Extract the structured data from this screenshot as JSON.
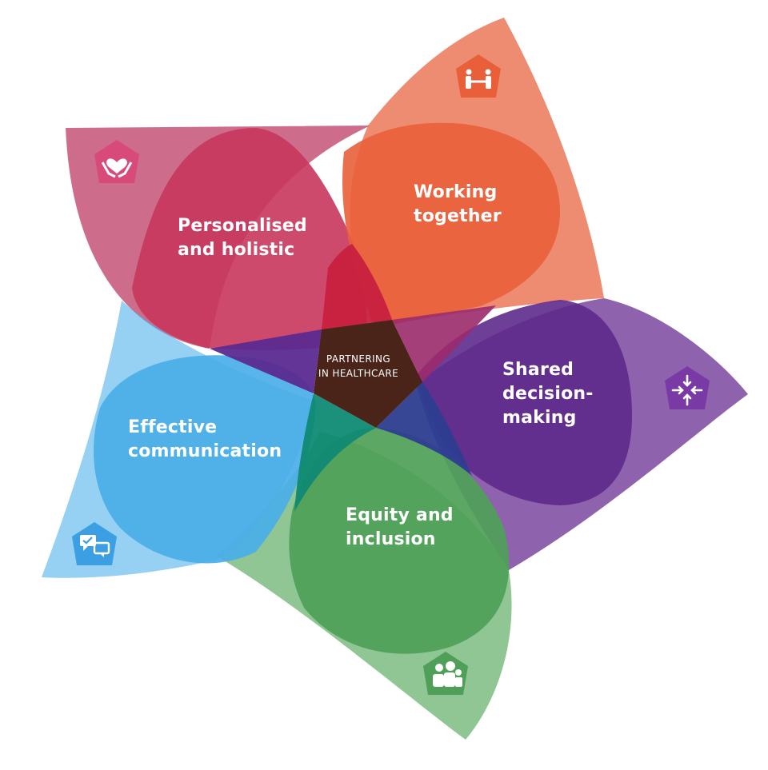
{
  "diagram": {
    "center": {
      "line1": "PARTNERING",
      "line2": "IN HEALTHCARE"
    },
    "petals": [
      {
        "id": "personalised",
        "line1": "Personalised",
        "line2": "and holistic",
        "color": "#c0446a",
        "icon": "caring-hands-heart-icon"
      },
      {
        "id": "working",
        "line1": "Working",
        "line2": "together",
        "color": "#e85f3a",
        "icon": "handshake-icon"
      },
      {
        "id": "shared",
        "line1": "Shared",
        "line2": "decision-",
        "line3": "making",
        "color": "#6a2d91",
        "icon": "arrows-converge-icon"
      },
      {
        "id": "equity",
        "line1": "Equity and",
        "line2": "inclusion",
        "color": "#55a85a",
        "icon": "group-people-icon"
      },
      {
        "id": "effective",
        "line1": "Effective",
        "line2": "communication",
        "color": "#4aaee8",
        "icon": "chat-bubbles-icon"
      }
    ],
    "colors": {
      "center": "#4a2419",
      "core_magenta": "#c8203f",
      "core_purple_blue": "#5b2a90",
      "core_navy": "#2c3d90",
      "core_teal": "#0f8a73"
    }
  }
}
